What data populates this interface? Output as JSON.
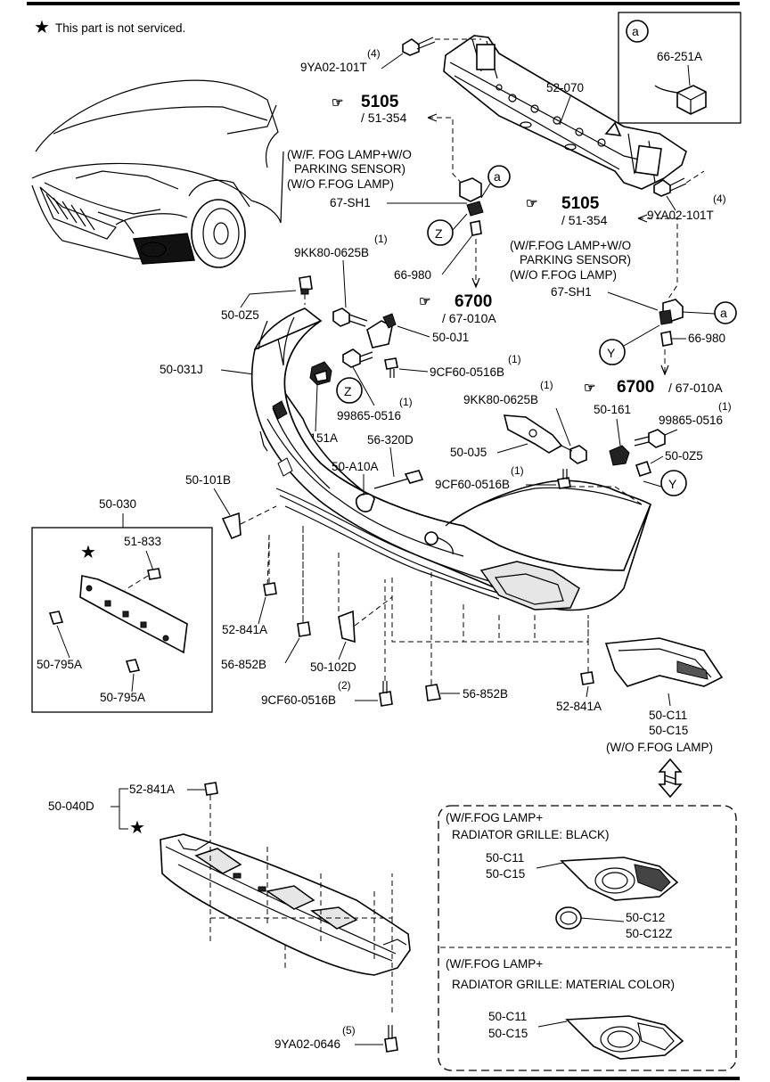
{
  "legend": {
    "note": "This part is not serviced."
  },
  "callouts": {
    "a": "a",
    "y": "Y",
    "z": "Z"
  },
  "refs": {
    "r5105_a_num": "5105",
    "r5105_a_sub": "/ 51-354",
    "r5105_b_num": "5105",
    "r5105_b_sub": "/ 51-354",
    "r6700_a_num": "6700",
    "r6700_a_sub": "/ 67-010A",
    "r6700_b_num": "6700",
    "r6700_b_sub": "/ 67-010A"
  },
  "conditions": {
    "left_1": "(W/F. FOG LAMP+W/O",
    "left_2": "PARKING SENSOR)",
    "left_3": "(W/O F.FOG LAMP)",
    "right_1": "(W/F.FOG LAMP+W/O",
    "right_2": "PARKING SENSOR)",
    "right_3": "(W/O F.FOG LAMP)",
    "wo_fog": "(W/O F.FOG LAMP)",
    "box1_1": "(W/F.FOG LAMP+",
    "box1_2": "RADIATOR GRILLE: BLACK)",
    "box2_1": "(W/F.FOG LAMP+",
    "box2_2": "RADIATOR GRILLE: MATERIAL COLOR)"
  },
  "parts": {
    "p9YA02_101T_a": "9YA02-101T",
    "q9YA02_101T_a": "(4)",
    "p52_070": "52-070",
    "p66_251A": "66-251A",
    "p9YA02_101T_b": "9YA02-101T",
    "q9YA02_101T_b": "(4)",
    "p67_SH1_a": "67-SH1",
    "p66_980_a": "66-980",
    "p9KK80_0625B_a": "9KK80-0625B",
    "q9KK80_0625B_a": "(1)",
    "p50_0Z5_a": "50-0Z5",
    "p50_0J1": "50-0J1",
    "p67_SH1_b": "67-SH1",
    "p66_980_b": "66-980",
    "p50_031J": "50-031J",
    "p9CF60_0516B_a": "9CF60-0516B",
    "q9CF60_0516B_a": "(1)",
    "p99865_0516_a": "99865-0516",
    "q99865_0516_a": "(1)",
    "p9KK80_0625B_b": "9KK80-0625B",
    "q9KK80_0625B_b": "(1)",
    "p50_161": "50-161",
    "p99865_0516_b": "99865-0516",
    "q99865_0516_b": "(1)",
    "p50_151A": "50-151A",
    "p56_320D": "56-320D",
    "p50_0J5": "50-0J5",
    "p50_0Z5_b": "50-0Z5",
    "p50_A10A": "50-A10A",
    "p9CF60_0516B_b": "9CF60-0516B",
    "q9CF60_0516B_b": "(1)",
    "p50_101B": "50-101B",
    "p50_030": "50-030",
    "p51_833": "51-833",
    "p50_795A_a": "50-795A",
    "p50_795A_b": "50-795A",
    "p52_841A_a": "52-841A",
    "p56_852B_a": "56-852B",
    "p50_102D": "50-102D",
    "p9CF60_0516B_c": "9CF60-0516B",
    "q9CF60_0516B_c": "(2)",
    "p56_852B_b": "56-852B",
    "p52_841A_b": "52-841A",
    "p50_C11_a": "50-C11",
    "p50_C15_a": "50-C15",
    "p50_040D": "50-040D",
    "p52_841A_c": "52-841A",
    "p9YA02_0646": "9YA02-0646",
    "q9YA02_0646": "(5)",
    "p50_C11_b": "50-C11",
    "p50_C15_b": "50-C15",
    "p50_C12": "50-C12",
    "p50_C12Z": "50-C12Z",
    "p50_C11_c": "50-C11",
    "p50_C15_c": "50-C15"
  }
}
